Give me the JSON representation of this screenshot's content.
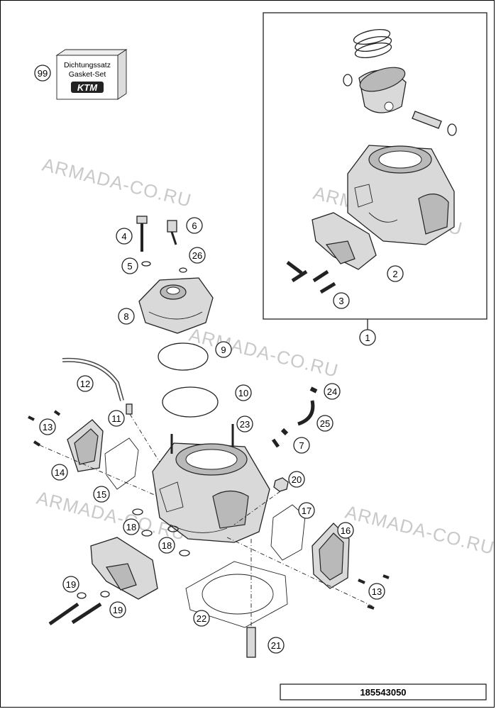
{
  "watermark": "ARMADA-CO.RU",
  "kit_box": {
    "line1": "Dichtungssatz",
    "line2": "Gasket-Set",
    "brand": "KTM"
  },
  "document_number": "185543050",
  "callouts": [
    "99",
    "1",
    "2",
    "3",
    "4",
    "5",
    "6",
    "26",
    "8",
    "9",
    "10",
    "12",
    "11",
    "13",
    "14",
    "15",
    "18",
    "23",
    "24",
    "25",
    "7",
    "20",
    "17",
    "16",
    "19",
    "21",
    "22"
  ]
}
